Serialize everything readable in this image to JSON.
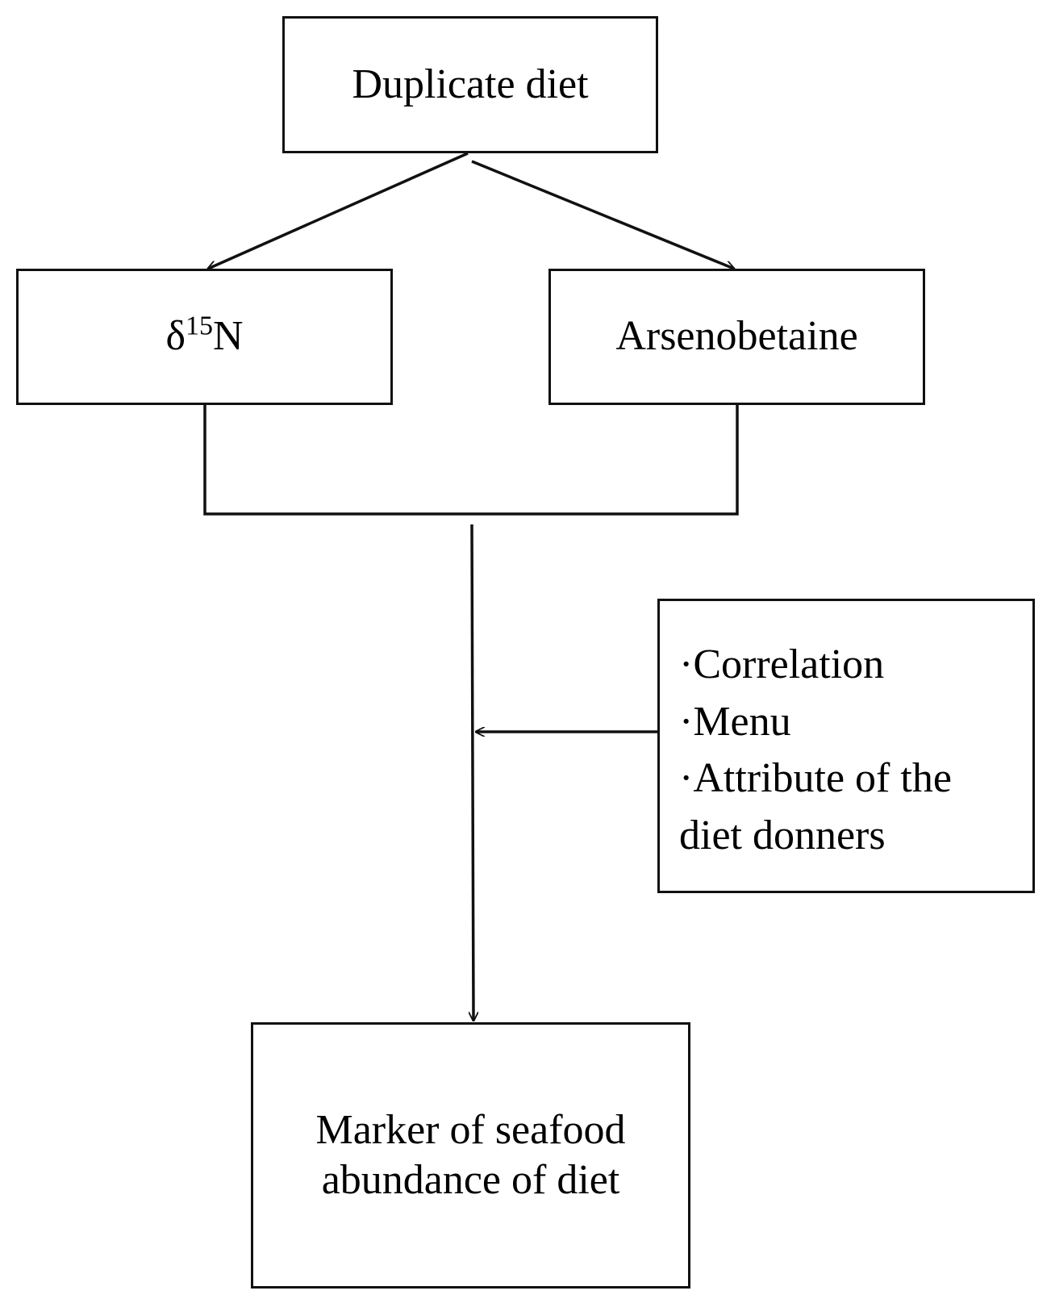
{
  "nodes": {
    "duplicate_diet": "Duplicate diet",
    "delta_symbol": "δ",
    "delta_superscript": "15",
    "delta_element": "N",
    "arsenobetaine": "Arsenobetaine",
    "factors": [
      "·Correlation",
      "·Menu",
      "·Attribute of the",
      "diet donners"
    ],
    "marker_line1": "Marker of seafood",
    "marker_line2": "abundance of diet"
  },
  "colors": {
    "stroke": "#111111",
    "background": "#ffffff"
  }
}
